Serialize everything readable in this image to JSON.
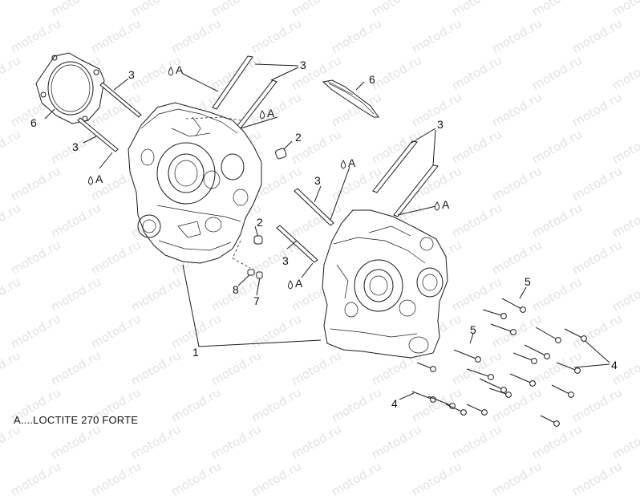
{
  "watermark": "motod.ru",
  "legend": "A....LOCTITE 270 FORTE",
  "callouts": {
    "c3_top_left": "3",
    "c3_top_center": "3",
    "c3_left_stud": "3",
    "c3_mid": "3",
    "c3_lower_mid": "3",
    "c3_right_top": "3",
    "c6_left": "6",
    "c6_right": "6",
    "c2_upper": "2",
    "c2_lower": "2",
    "c8": "8",
    "c7": "7",
    "c1": "1",
    "c5_upper": "5",
    "c5_lower": "5",
    "c4_left": "4",
    "c4_right": "4",
    "a_top": "A",
    "a_mid_top": "A",
    "a_left": "A",
    "a_right_stud_left": "A",
    "a_right_stud_right": "A",
    "a_lower": "A"
  }
}
